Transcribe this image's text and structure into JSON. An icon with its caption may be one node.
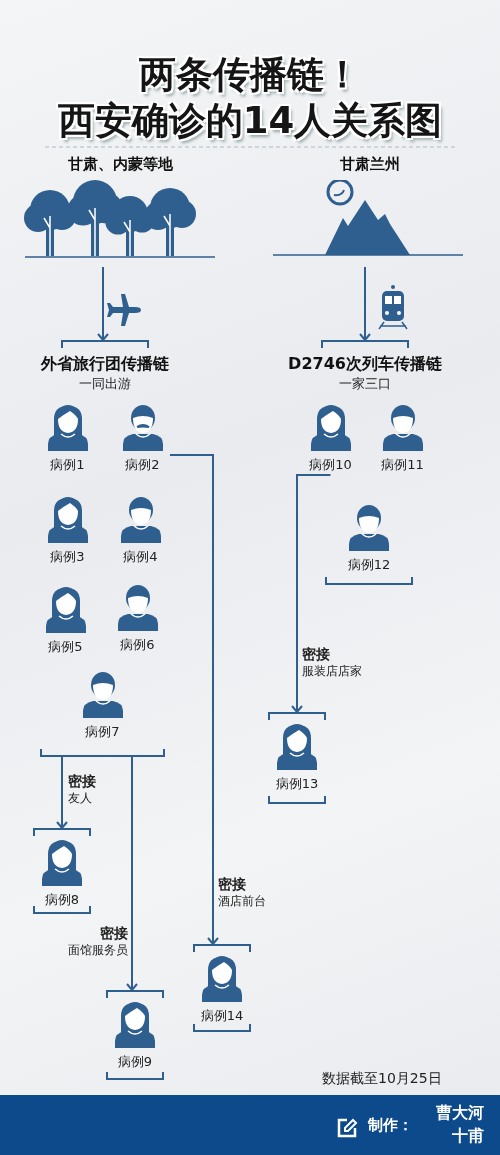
{
  "diagram": {
    "title": "两条传播链！西安确诊的14人关系图",
    "nodes": [
      {
        "text": [
          "甘肃、内蒙等地"
        ]
      },
      {
        "text": [
          "甘肃兰州"
        ]
      },
      {
        "text": [
          "外省旅行团传播链",
          "一同出游"
        ]
      },
      {
        "text": [
          "D2746次列车传播链",
          "一家三口"
        ]
      },
      {
        "text": [
          "病例1"
        ]
      },
      {
        "text": [
          "病例2"
        ]
      },
      {
        "text": [
          "病例3"
        ]
      },
      {
        "text": [
          "病例4"
        ]
      },
      {
        "text": [
          "病例5"
        ]
      },
      {
        "text": [
          "病例6"
        ]
      },
      {
        "text": [
          "病例7"
        ]
      },
      {
        "text": [
          "病例8"
        ]
      },
      {
        "text": [
          "病例9"
        ]
      },
      {
        "text": [
          "病例10"
        ]
      },
      {
        "text": [
          "病例11"
        ]
      },
      {
        "text": [
          "病例12"
        ]
      },
      {
        "text": [
          "病例13"
        ]
      },
      {
        "text": [
          "病例14"
        ]
      }
    ],
    "edges": [
      {
        "from": 0,
        "to": 2,
        "arrow": "to"
      },
      {
        "from": 1,
        "to": 3,
        "arrow": "to"
      },
      {
        "from": 5,
        "to": 17,
        "arrow": "to",
        "label": "**密接**酒店前台"
      },
      {
        "from": 10,
        "to": 11,
        "arrow": "to",
        "label": "**密接**友人"
      },
      {
        "from": 10,
        "to": 12,
        "arrow": "to",
        "label": "**密接**面馆服务员"
      },
      {
        "from": 13,
        "to": 16,
        "arrow": "to",
        "label": "**密接**服装店店家"
      }
    ],
    "labels": [
      "数据截至10月25日",
      "制作：",
      "曹大河",
      "十甫"
    ]
  }
}
